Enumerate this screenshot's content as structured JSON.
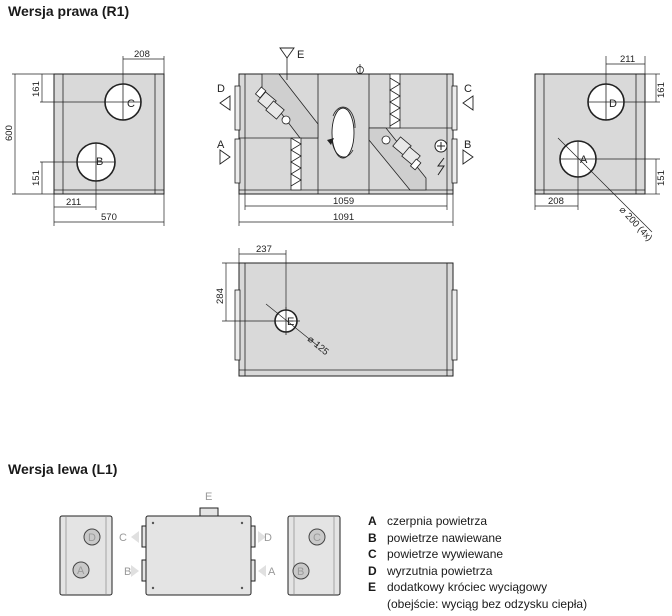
{
  "titles": {
    "right": "Wersja prawa (R1)",
    "left": "Wersja lewa (L1)"
  },
  "port_labels": {
    "a": "A",
    "b": "B",
    "c": "C",
    "d": "D",
    "e": "E"
  },
  "dimensions": {
    "height_600": "600",
    "w_570": "570",
    "w_211_left": "211",
    "w_208_top": "208",
    "h_161_left": "161",
    "h_151_left": "151",
    "w_1059": "1059",
    "w_1091": "1091",
    "w_211_right": "211",
    "h_161_right": "161",
    "h_151_right": "151",
    "w_208_bottom": "208",
    "diam_200_4x": "⌀ 200 (4x)",
    "w_237": "237",
    "h_284": "284",
    "diam_125": "⌀ 125"
  },
  "legend": [
    {
      "key": "A",
      "text": "czerpnia powietrza"
    },
    {
      "key": "B",
      "text": "powietrze nawiewane"
    },
    {
      "key": "C",
      "text": "powietrze wywiewane"
    },
    {
      "key": "D",
      "text": "wyrzutnia powietrza"
    },
    {
      "key": "E",
      "text": "dodatkowy króciec wyciągowy"
    }
  ],
  "legend_note": "(obejście: wyciąg bez odzysku ciepła)",
  "colors": {
    "body_right": "#d9d9d9",
    "body_left": "#e4e4e4",
    "line": "#222222",
    "faded_label": "#9a9a9a"
  },
  "icons": [
    "fan-icon",
    "heat-exchanger-icon",
    "bypass-rotor-icon",
    "electric-heater-icon",
    "plus-circle-icon",
    "triangle-marker-icon"
  ]
}
